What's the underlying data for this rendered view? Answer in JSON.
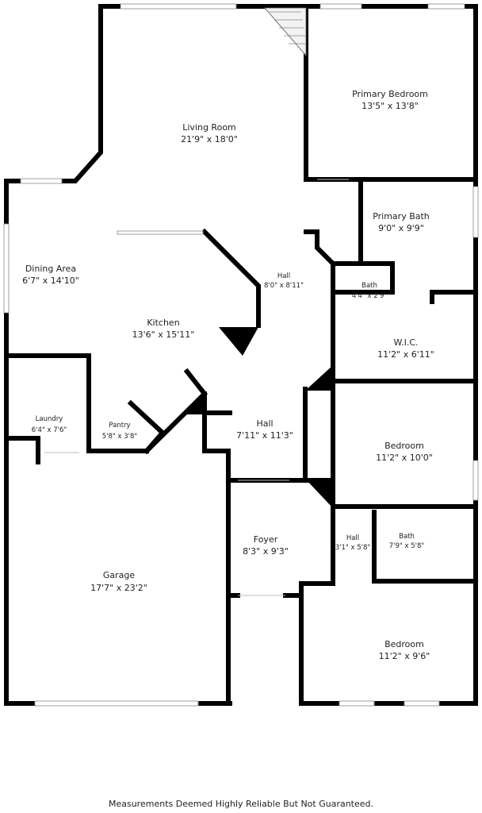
{
  "rooms": [
    {
      "id": "living-room",
      "name": "Living Room",
      "dim": "21'9\" x 18'0\""
    },
    {
      "id": "primary-bedroom",
      "name": "Primary Bedroom",
      "dim": "13'5\" x 13'8\""
    },
    {
      "id": "primary-bath",
      "name": "Primary Bath",
      "dim": "9'0\" x 9'9\""
    },
    {
      "id": "dining-area",
      "name": "Dining Area",
      "dim": "6'7\" x 14'10\""
    },
    {
      "id": "hall-upper",
      "name": "Hall",
      "dim": "8'0\" x 8'11\""
    },
    {
      "id": "bath-small",
      "name": "Bath",
      "dim": "4'4\" x 2'9\""
    },
    {
      "id": "kitchen",
      "name": "Kitchen",
      "dim": "13'6\" x 15'11\""
    },
    {
      "id": "wic",
      "name": "W.I.C.",
      "dim": "11'2\" x 6'11\""
    },
    {
      "id": "laundry",
      "name": "Laundry",
      "dim": "6'4\" x 7'6\""
    },
    {
      "id": "pantry",
      "name": "Pantry",
      "dim": "5'8\" x 3'8\""
    },
    {
      "id": "hall-middle",
      "name": "Hall",
      "dim": "7'11\" x 11'3\""
    },
    {
      "id": "bedroom-middle",
      "name": "Bedroom",
      "dim": "11'2\" x 10'0\""
    },
    {
      "id": "foyer",
      "name": "Foyer",
      "dim": "8'3\" x 9'3\""
    },
    {
      "id": "hall-small",
      "name": "Hall",
      "dim": "3'1\" x 5'8\""
    },
    {
      "id": "bath-lower",
      "name": "Bath",
      "dim": "7'9\" x 5'8\""
    },
    {
      "id": "garage",
      "name": "Garage",
      "dim": "17'7\" x 23'2\""
    },
    {
      "id": "bedroom-lower",
      "name": "Bedroom",
      "dim": "11'2\" x 9'6\""
    }
  ],
  "footer": "Measurements Deemed Highly Reliable But Not Guaranteed."
}
